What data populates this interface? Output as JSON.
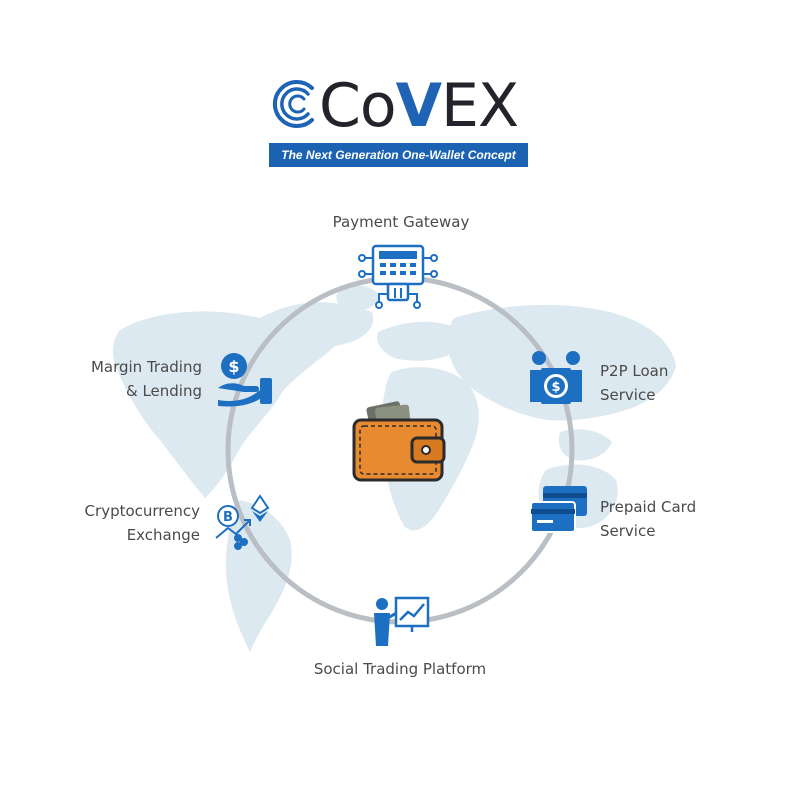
{
  "brand": {
    "name_prefix": "Co",
    "name_accent": "V",
    "name_suffix": "EX",
    "tagline": "The Next Generation One-Wallet Concept"
  },
  "services": {
    "top": "Payment Gateway",
    "top_right": [
      "P2P Loan",
      "Service"
    ],
    "bottom_right": [
      "Prepaid Card",
      "Service"
    ],
    "bottom": "Social Trading Platform",
    "bottom_left": [
      "Cryptocurrency",
      "Exchange"
    ],
    "top_left": [
      "Margin Trading",
      "& Lending"
    ]
  },
  "icons": {
    "center": "wallet-icon",
    "top": "payment-terminal-icon",
    "top_right": "p2p-loan-icon",
    "bottom_right": "credit-cards-icon",
    "bottom": "presentation-chart-icon",
    "bottom_left": "crypto-exchange-icon",
    "top_left": "hand-coin-icon"
  },
  "colors": {
    "brand_blue": "#1b62b3",
    "icon_blue": "#1d6fc2",
    "ring_gray": "#b9bfc5",
    "map_blue": "#dde9f1",
    "wallet_orange": "#e88a2f",
    "text_dark": "#22232b"
  }
}
